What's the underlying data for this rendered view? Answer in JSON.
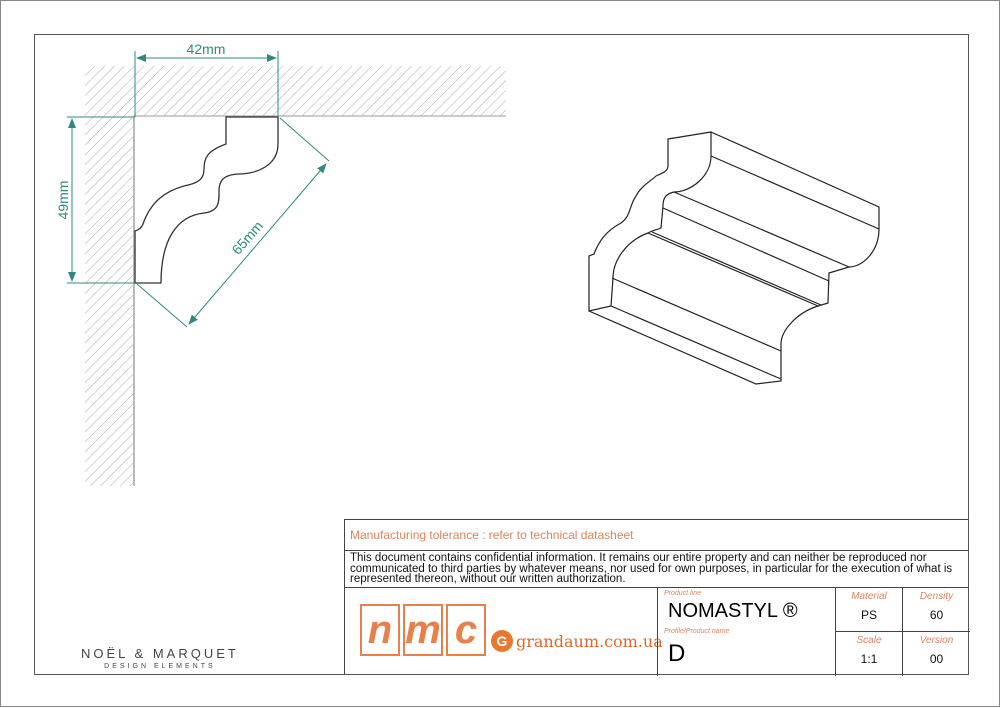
{
  "dimensions": {
    "width": "42mm",
    "height": "49mm",
    "diagonal": "65mm"
  },
  "title_block": {
    "tolerance": "Manufacturing tolerance : refer to technical datasheet",
    "confidential": "This document contains confidential information. It remains our entire property and can neither be reproduced nor communicated to third parties by whatever means, nor used for own purposes, in particular for the execution of what is represented thereon, without our written authorization.",
    "product_line_label": "Product line",
    "product_line": "NOMASTYL ®",
    "product_name_label": "Profile/Product name",
    "product_name": "D",
    "material_label": "Material",
    "material": "PS",
    "density_label": "Density",
    "density": "60",
    "scale_label": "Scale",
    "scale": "1:1",
    "version_label": "Version",
    "version": "00",
    "logo_letters": [
      "n",
      "m",
      "c"
    ],
    "logo_g": "G",
    "website": "grandaum.com.ua"
  },
  "brand": {
    "name": "NOËL & MARQUET",
    "tagline": "DESIGN ELEMENTS"
  },
  "colors": {
    "dimension": "#2e8a80",
    "accent": "#e8804a"
  }
}
